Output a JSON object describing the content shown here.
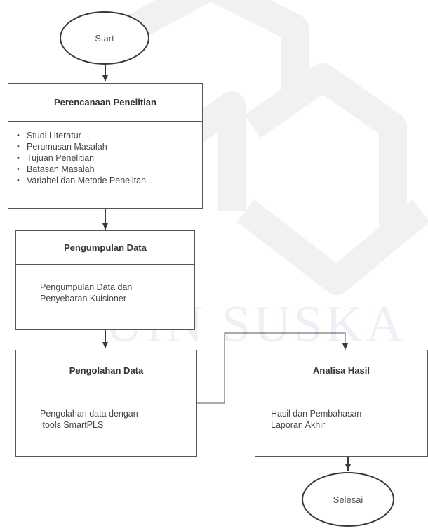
{
  "watermark": {
    "text": "UIN SUSKA"
  },
  "nodes": {
    "start": {
      "label": "Start"
    },
    "perencanaan": {
      "title": "Perencanaan Penelitian",
      "items": [
        "Studi Literatur",
        "Perumusan Masalah",
        "Tujuan Penelitian",
        "Batasan Masalah",
        "Variabel dan Metode Penelitan"
      ]
    },
    "pengumpulan": {
      "title": "Pengumpulan Data",
      "body_line1": "Pengumpulan Data dan",
      "body_line2": "Penyebaran Kuisioner"
    },
    "pengolahan": {
      "title": "Pengolahan Data",
      "body_line1": "Pengolahan data dengan",
      "body_line2": " tools SmartPLS"
    },
    "analisa": {
      "title": "Analisa Hasil",
      "body_line1": "Hasil dan Pembahasan",
      "body_line2": "Laporan Akhir"
    },
    "selesai": {
      "label": "Selesai"
    }
  }
}
